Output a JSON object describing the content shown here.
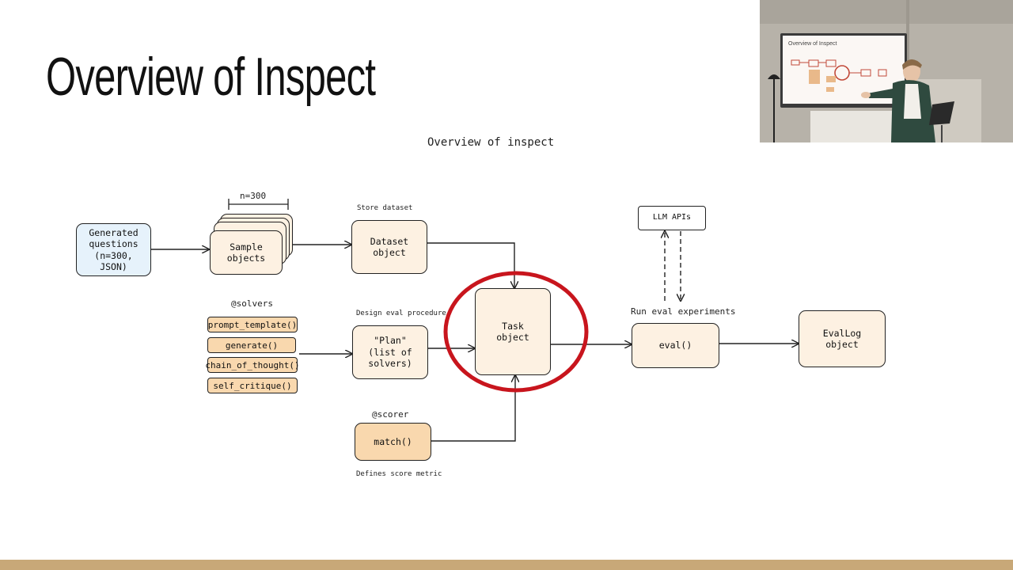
{
  "slide": {
    "title": "Overview of Inspect",
    "diagram_title": "Overview of inspect"
  },
  "diagram": {
    "generated_questions": "Generated\nquestions\n(n=300, JSON)",
    "n_label": "n=300",
    "sample_objects": "Sample\nobjects",
    "store_dataset_label": "Store dataset",
    "dataset_object": "Dataset\nobject",
    "solvers_label": "@solvers",
    "solvers": [
      "prompt_template()",
      "generate()",
      "chain_of_thought()",
      "self_critique()"
    ],
    "design_eval_label": "Design eval procedure",
    "plan": "\"Plan\"\n(list of solvers)",
    "task_object": "Task\nobject",
    "scorer_label": "@scorer",
    "match": "match()",
    "score_metric_label": "Defines score metric",
    "llm_apis": "LLM APIs",
    "run_eval_label": "Run eval experiments",
    "eval": "eval()",
    "evallog_object": "EvalLog\nobject"
  },
  "colors": {
    "highlight_circle": "#c8151d",
    "box_cream": "#fdf1e2",
    "box_orange": "#f9d8ae",
    "box_blue": "#e6f2fb",
    "bottom_bar": "#c8a878"
  },
  "webcam": {
    "screen_title": "Overview of Inspect"
  }
}
